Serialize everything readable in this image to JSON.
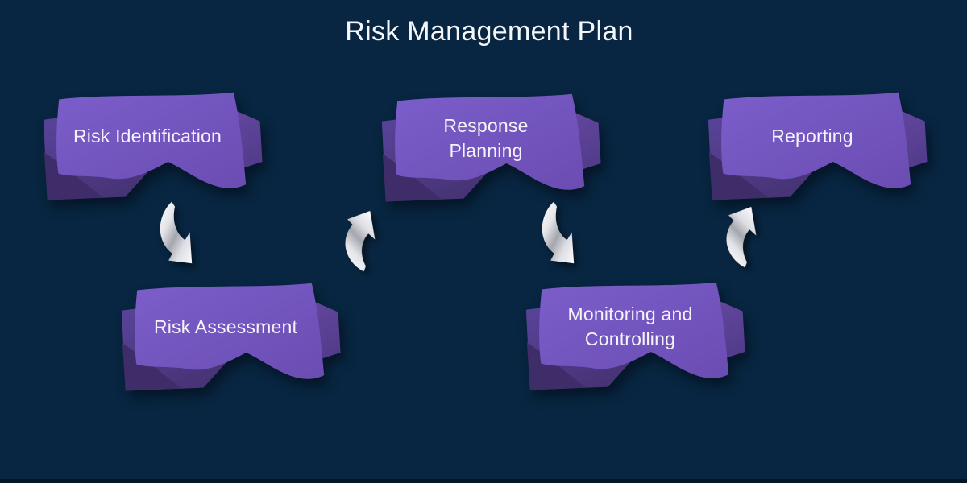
{
  "page": {
    "title": "Risk Management Plan"
  },
  "diagram": {
    "type": "process-flow",
    "steps": [
      {
        "id": "risk-identification",
        "label": "Risk Identification",
        "position": "top-left",
        "order": 1
      },
      {
        "id": "risk-assessment",
        "label": "Risk Assessment",
        "position": "bottom-left",
        "order": 2
      },
      {
        "id": "response-planning",
        "label": "Response Planning",
        "position": "top-center",
        "order": 3
      },
      {
        "id": "monitoring-and-controlling",
        "label": "Monitoring and Controlling",
        "position": "bottom-right",
        "order": 4
      },
      {
        "id": "reporting",
        "label": "Reporting",
        "position": "top-right",
        "order": 5
      }
    ],
    "connectors": [
      {
        "from": "risk-identification",
        "to": "risk-assessment",
        "icon": "curved-arrow-down"
      },
      {
        "from": "risk-assessment",
        "to": "response-planning",
        "icon": "curved-arrow-up"
      },
      {
        "from": "response-planning",
        "to": "monitoring-and-controlling",
        "icon": "curved-arrow-down"
      },
      {
        "from": "monitoring-and-controlling",
        "to": "reporting",
        "icon": "curved-arrow-up"
      }
    ]
  },
  "colors": {
    "background": "#082641",
    "ribbon_main": "#7257c0",
    "ribbon_back": "#53408f",
    "ribbon_back_shadow": "#3e2d68",
    "ribbon_right_fold": "#5f469f",
    "label_text": "#f5f3fa",
    "title_text": "#f4f6f9",
    "arrow_metal": "#d9dadf"
  }
}
